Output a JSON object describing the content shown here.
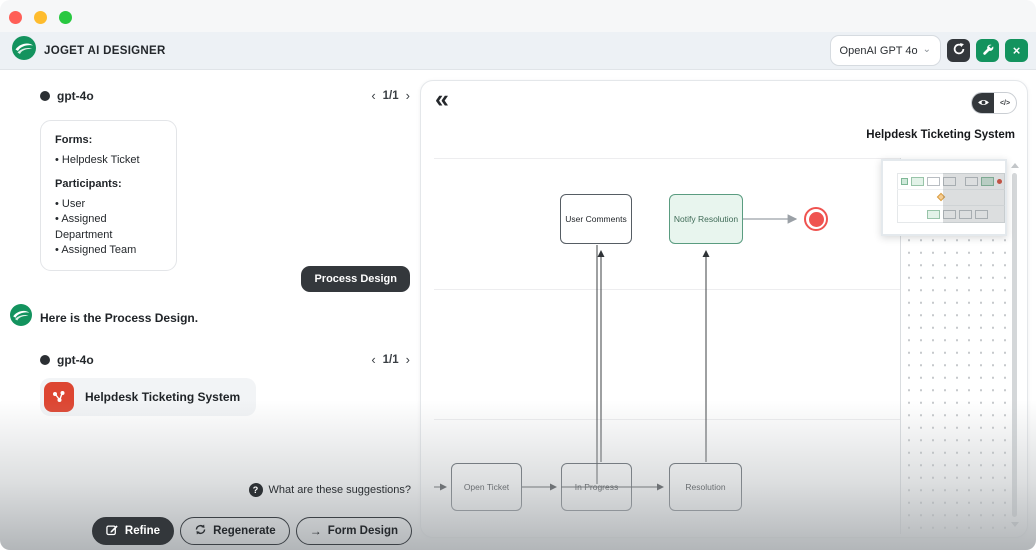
{
  "header": {
    "app_title": "JOGET AI DESIGNER",
    "model_selector_value": "OpenAI GPT 4o"
  },
  "icons": {
    "model_chevron": "⌄",
    "close": "×",
    "collapse": "«",
    "code_toggle": "</>",
    "pager_prev": "‹",
    "pager_next": "›",
    "help": "?",
    "form_design_arrow": "→"
  },
  "chat": {
    "response1": {
      "model": "gpt-4o",
      "pager": "1/1"
    },
    "suggestion_card": {
      "forms_heading": "Forms:",
      "forms_items": [
        "Helpdesk Ticket"
      ],
      "participants_heading": "Participants:",
      "participants_items": [
        "User",
        "Assigned Department",
        "Assigned Team"
      ]
    },
    "process_badge": "Process Design",
    "bot_message": "Here is the Process Design.",
    "response2": {
      "model": "gpt-4o",
      "pager": "1/1"
    },
    "artifact": {
      "title": "Helpdesk Ticketing System"
    },
    "footer": {
      "help": "What are these suggestions?",
      "refine": "Refine",
      "regenerate": "Regenerate",
      "form_design": "Form Design"
    }
  },
  "designer": {
    "title": "Helpdesk Ticketing System",
    "nodes": {
      "user_comments": "User Comments",
      "notify_resolution": "Notify Resolution",
      "open_ticket": "Open Ticket",
      "in_progress": "In Progress",
      "resolution": "Resolution"
    }
  },
  "colors": {
    "brand_green": "#13935e",
    "accent_dark": "#33373b",
    "artifact_red": "#dd4632",
    "end_event_red": "#ef5350",
    "node_green_fill": "#e8f5ee",
    "node_green_border": "#5a9c80"
  }
}
